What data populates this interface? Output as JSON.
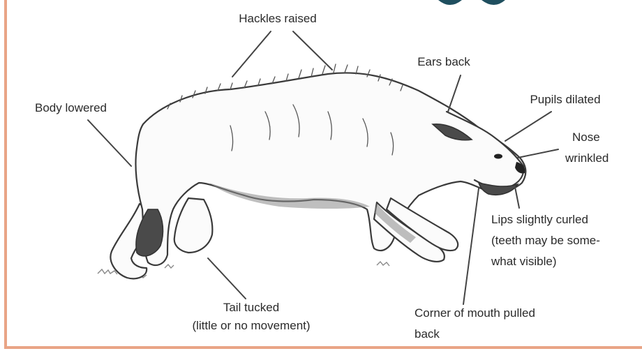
{
  "labels": {
    "hackles": "Hackles raised",
    "ears": "Ears back",
    "pupils": "Pupils dilated",
    "body": "Body lowered",
    "nose_line1": "Nose",
    "nose_line2": "wrinkled",
    "lips_line1": "Lips slightly curled",
    "lips_line2": "(teeth may be some-",
    "lips_line3": "what visible)",
    "tail_line1": "Tail tucked",
    "tail_line2": "(little or no movement)",
    "mouth_line1": "Corner of mouth pulled",
    "mouth_line2": "back"
  },
  "colors": {
    "border": "#e9a486",
    "ink": "#2a2a2a",
    "background": "#ffffff"
  }
}
